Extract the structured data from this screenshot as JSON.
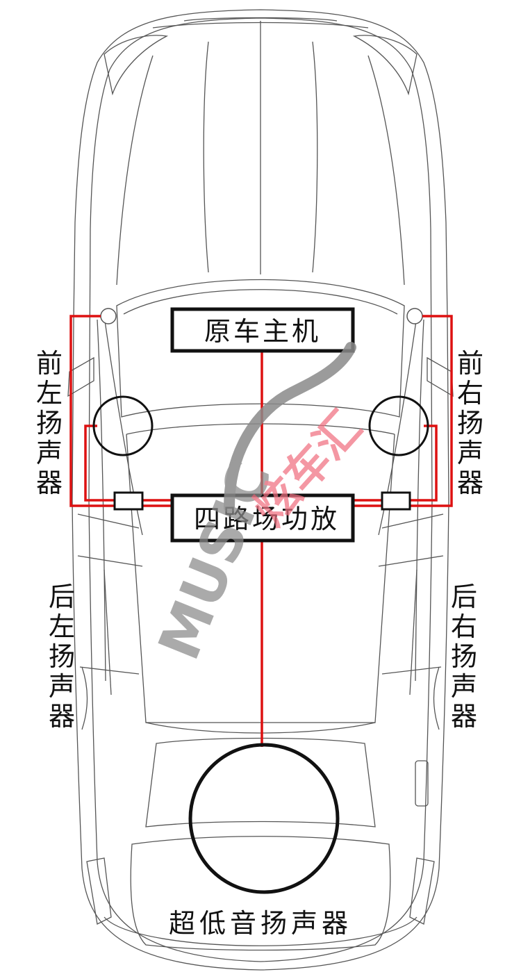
{
  "labels": {
    "head_unit": "原车主机",
    "amplifier": "四路场功放",
    "front_left": "前\n左\n扬\n声\n器",
    "front_right": "前\n右\n扬\n声\n器",
    "rear_left": "后\n左\n扬\n声\n器",
    "rear_right": "后\n右\n扬\n声\n器",
    "subwoofer": "超低音扬声器"
  },
  "watermark": {
    "latin": "MUSIC",
    "chinese": "炫车汇"
  },
  "colors": {
    "wire": "#dd1111",
    "car_outline": "#555555",
    "box_border": "#111111",
    "watermark_gray": "#8a8a8a",
    "watermark_red": "#f07080"
  }
}
